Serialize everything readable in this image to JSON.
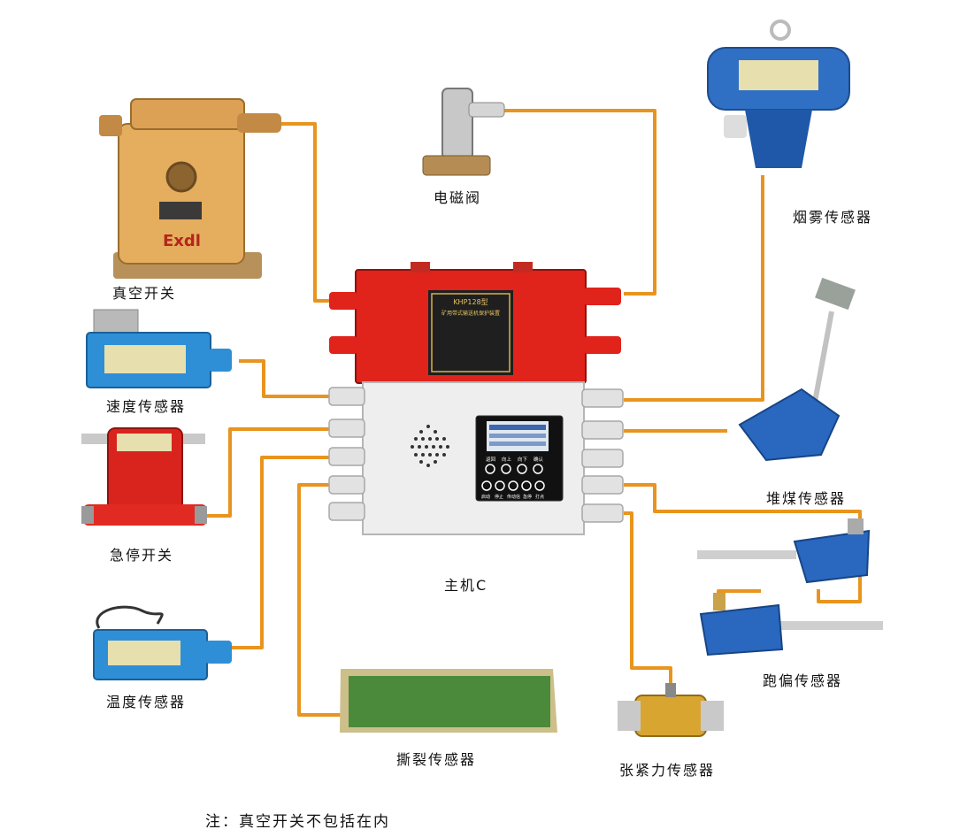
{
  "diagram": {
    "host": {
      "label": "主机C",
      "plate_title": "KHP128型",
      "plate_subtitle": "矿用带式输送机保护装置"
    },
    "screen_buttons_top": [
      "返回",
      "向上",
      "向下",
      "确认"
    ],
    "screen_buttons_bottom": [
      "启动",
      "停止",
      "传动信",
      "急停",
      "打点"
    ],
    "devices": {
      "vacuum_switch": "真空开关",
      "speed_sensor": "速度传感器",
      "emergency_stop": "急停开关",
      "temperature_sensor": "温度传感器",
      "tear_sensor": "撕裂传感器",
      "solenoid_valve": "电磁阀",
      "smoke_sensor": "烟雾传感器",
      "coal_pile_sensor": "堆煤传感器",
      "deviation_sensor": "跑偏传感器",
      "tension_sensor": "张紧力传感器"
    },
    "note": "注：真空开关不包括在内",
    "brand_text": "Exdl",
    "wire_color": "#e8941e"
  }
}
